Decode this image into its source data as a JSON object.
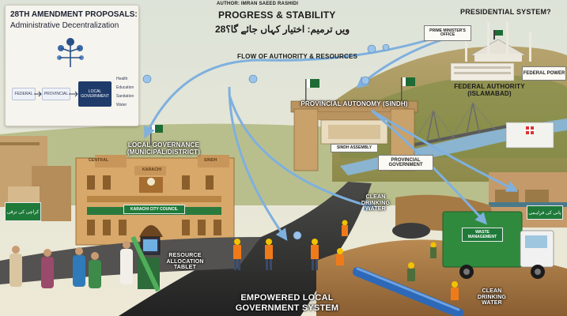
{
  "panel": {
    "title_line1": "28TH AMENDMENT PROPOSALS:",
    "title_line2": "Administrative Decentralization",
    "flow_federal": "FEDERAL",
    "flow_provincial": "PROVINCIAL",
    "flow_local": "LOCAL GOVERNMENT",
    "services": [
      "Health",
      "Education",
      "Sanitation",
      "Water"
    ]
  },
  "header": {
    "author": "AUTHOR: IMRAN SAEED RASHIDI",
    "title": "PROGRESS & STABILITY",
    "urdu": "28ویں ترمیم: اختیار کہاں جائے گا؟"
  },
  "labels": {
    "presidential": "PRESIDENTIAL SYSTEM?",
    "pm_office": "PRIME MINISTER'S OFFICE",
    "flow": "FLOW OF AUTHORITY & RESOURCES",
    "federal_power": "FEDERAL POWER",
    "federal_authority": "FEDERAL AUTHORITY (ISLAMABAD)",
    "provincial_autonomy": "PROVINCIAL AUTONOMY (SINDH)",
    "sindh_assembly": "SINDH ASSEMBLY",
    "provincial_government": "PROVINCIAL GOVERNMENT",
    "local_governance": "LOCAL GOVERNANCE (MUNICIPAL/DISTRICT)",
    "central": "CENTRAL",
    "karachi": "KARACHI",
    "sindh_sign": "SINDH",
    "city_council": "KARACHI CITY COUNCIL",
    "clean_water_top": "CLEAN DRINKING WATER",
    "waste_management": "WASTE MANAGEMENT",
    "clean_water_bottom": "CLEAN DRINKING WATER",
    "resource_tablet": "RESOURCE ALLOCATION TABLET",
    "empowered": "EMPOWERED LOCAL GOVERNMENT SYSTEM",
    "urdu_left_sign": "کراچی کی ترقی",
    "urdu_right_sign": "پانی کی فراہمی"
  },
  "colors": {
    "sky": "#dfe6e0",
    "flag_green": "#1f6b35",
    "brick": "#c79a5b",
    "arrow_blue": "#7fb0de",
    "road": "#2c2c2c",
    "truck_green": "#2f8a3e"
  }
}
